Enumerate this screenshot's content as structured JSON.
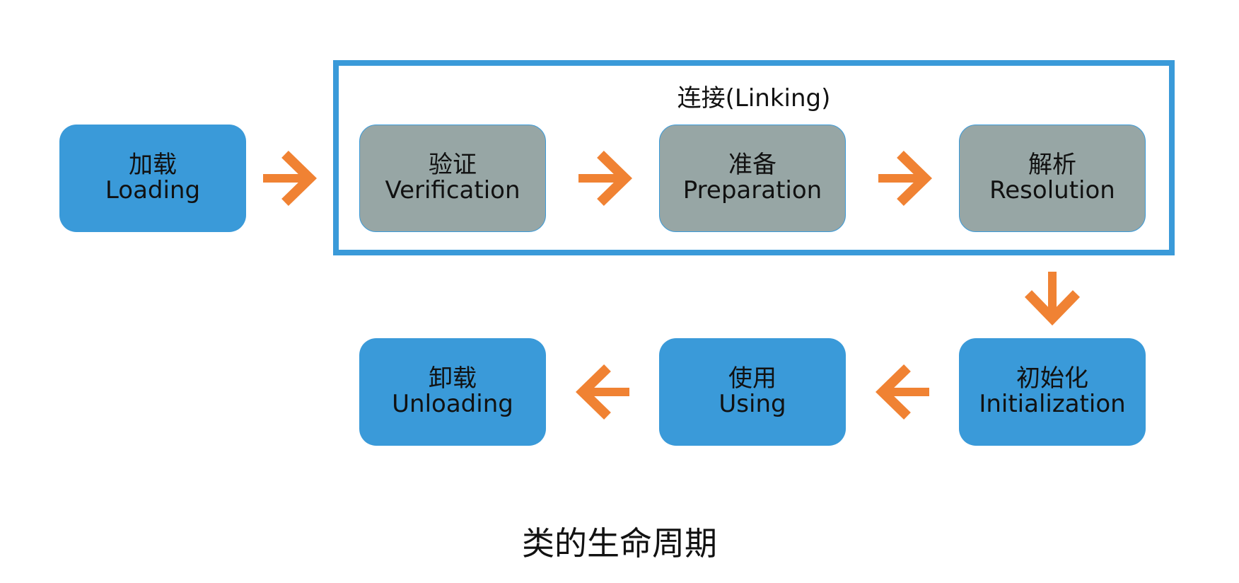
{
  "diagram": {
    "group": {
      "label": "连接(Linking)"
    },
    "nodes": {
      "loading": {
        "zh": "加载",
        "en": "Loading"
      },
      "verification": {
        "zh": "验证",
        "en": "Verification"
      },
      "preparation": {
        "zh": "准备",
        "en": "Preparation"
      },
      "resolution": {
        "zh": "解析",
        "en": "Resolution"
      },
      "initialization": {
        "zh": "初始化",
        "en": "Initialization"
      },
      "using": {
        "zh": "使用",
        "en": "Using"
      },
      "unloading": {
        "zh": "卸载",
        "en": "Unloading"
      }
    },
    "caption": "类的生命周期",
    "colors": {
      "stage_blue": "#3a9ad9",
      "linking_gray": "#97a6a5",
      "arrow_orange": "#f08233"
    }
  }
}
